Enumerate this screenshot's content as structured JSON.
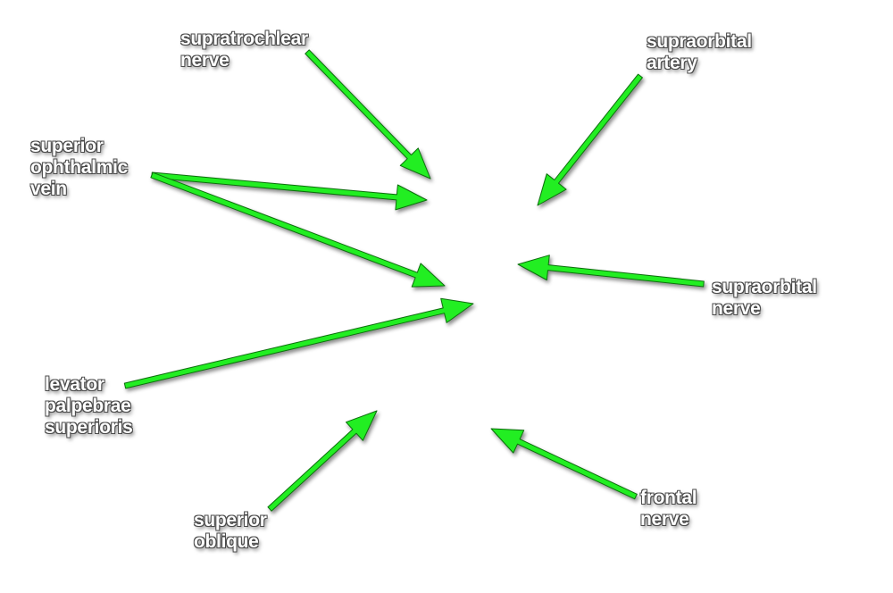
{
  "labels": {
    "supratrochlear_nerve": [
      "supratrochlear",
      "nerve"
    ],
    "supraorbital_artery": [
      "supraorbital",
      "artery"
    ],
    "superior_ophthalmic_vein": [
      "superior",
      "ophthalmic",
      "vein"
    ],
    "supraorbital_nerve": [
      "supraorbital",
      "nerve"
    ],
    "levator_palpebrae_superioris": [
      "levator",
      "palpebrae",
      "superioris"
    ],
    "superior_oblique": [
      "superior",
      "oblique"
    ],
    "frontal_nerve": [
      "frontal",
      "nerve"
    ]
  },
  "colors": {
    "arrow": "#22ee22",
    "arrow_outline": "#0d6e0d"
  }
}
